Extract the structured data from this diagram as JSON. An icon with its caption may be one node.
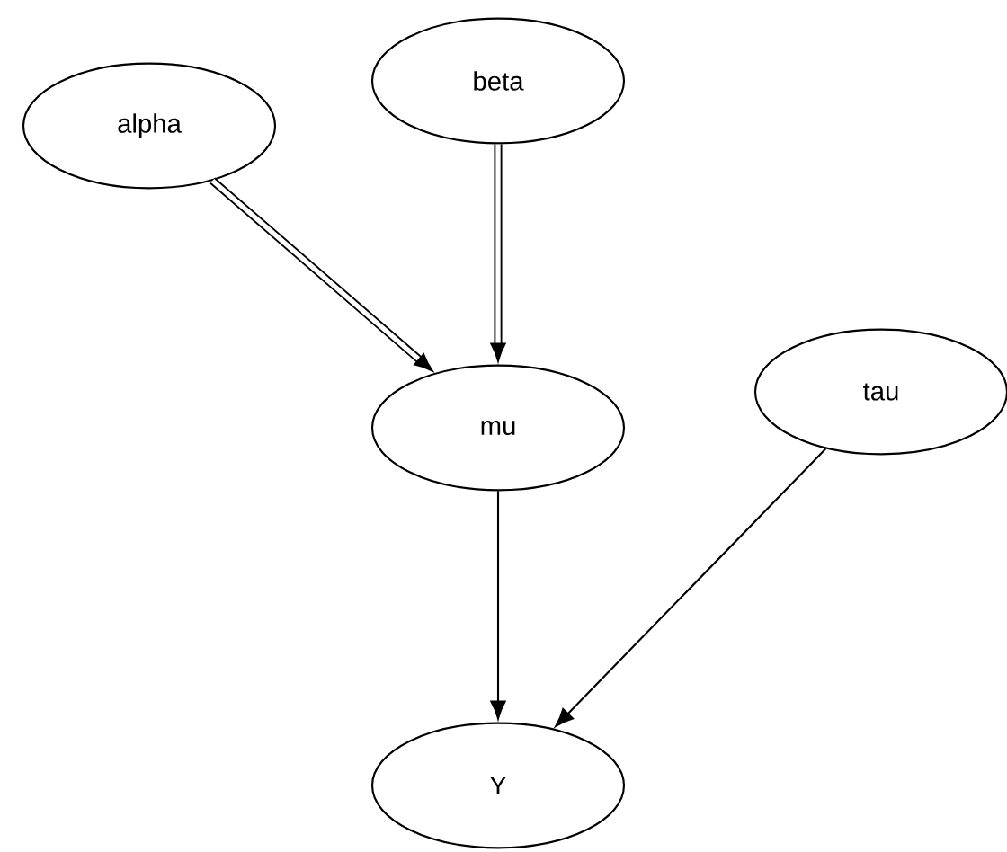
{
  "diagram": {
    "nodes": [
      {
        "text": [
          "alpha"
        ]
      },
      {
        "text": [
          "beta"
        ]
      },
      {
        "text": [
          "mu"
        ]
      },
      {
        "text": [
          "tau"
        ]
      },
      {
        "text": [
          "Y"
        ]
      }
    ],
    "edges": [
      {
        "from": 0,
        "to": 2,
        "arrow": "to",
        "style": "thick"
      },
      {
        "from": 1,
        "to": 2,
        "arrow": "to",
        "style": "thick"
      },
      {
        "from": 2,
        "to": 4,
        "arrow": "to"
      },
      {
        "from": 3,
        "to": 4,
        "arrow": "to"
      }
    ]
  }
}
